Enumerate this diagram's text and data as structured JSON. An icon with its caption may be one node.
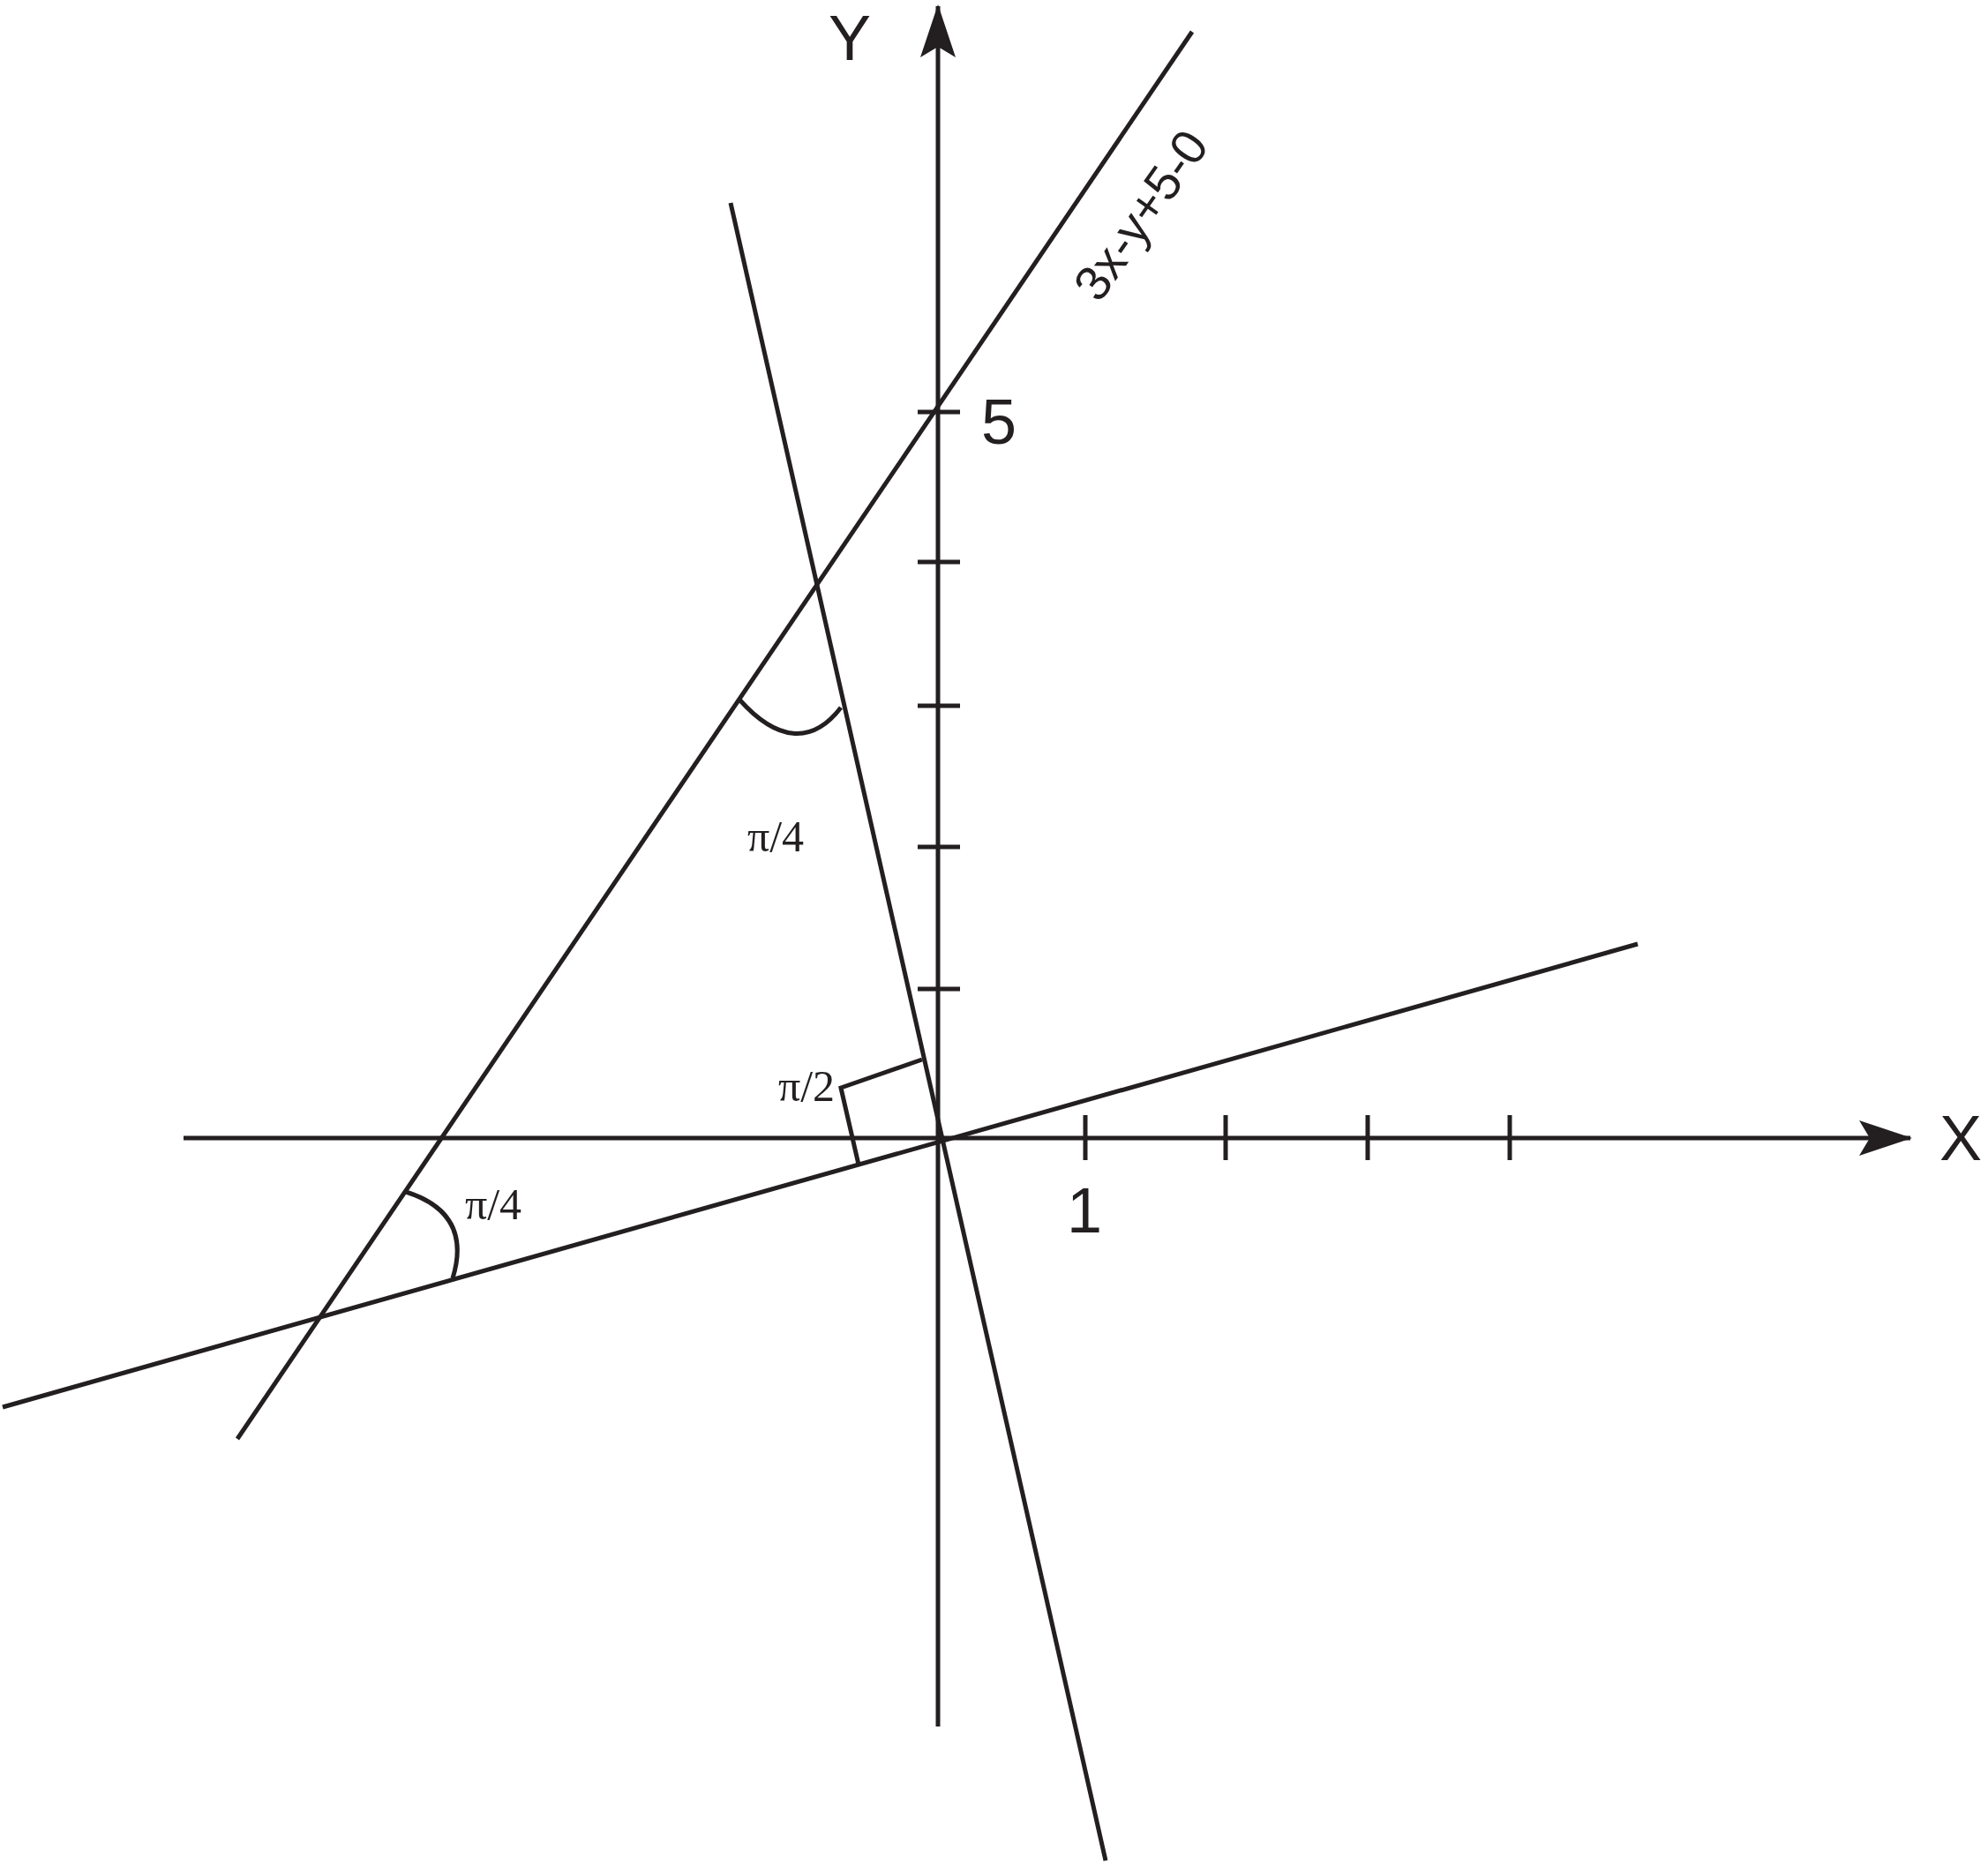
{
  "diagram": {
    "labels": [
      "Y",
      "3x-y+5-0",
      "5",
      "π/4",
      "π/2",
      "X",
      "π/4",
      "1"
    ]
  }
}
